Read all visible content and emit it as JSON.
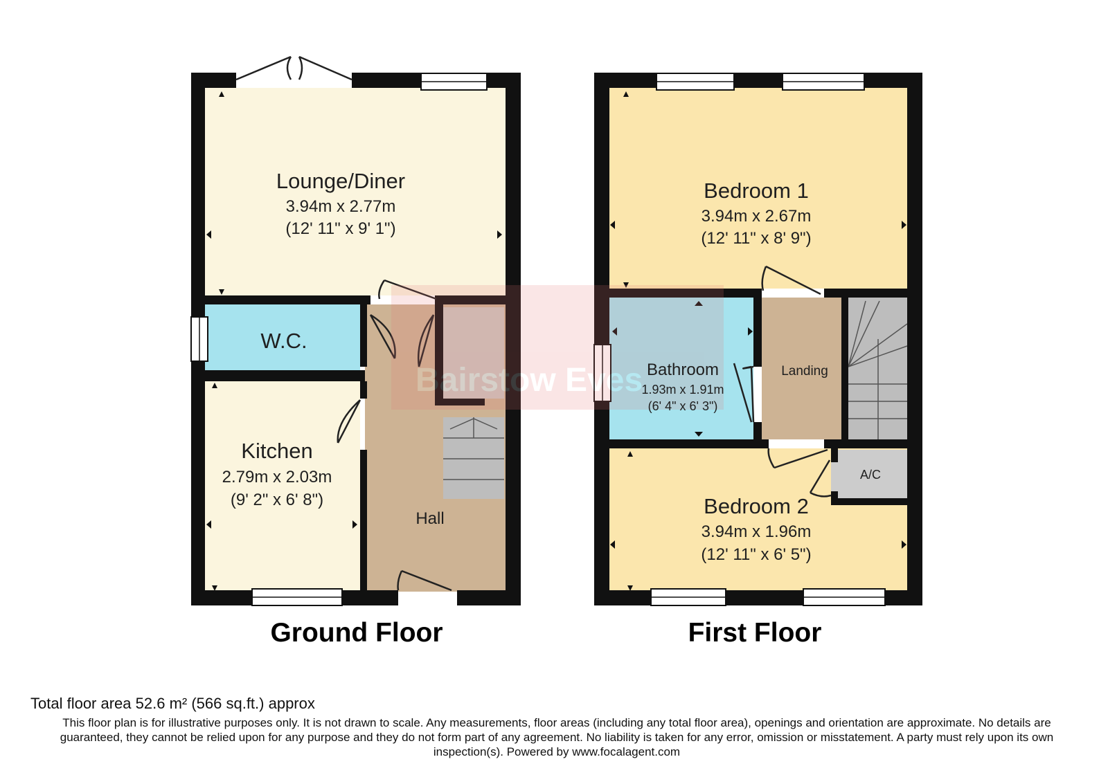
{
  "colors": {
    "wall": "#111111",
    "lounge": "#fbf5de",
    "kitchen": "#fbf5de",
    "wc": "#a6e3ee",
    "hall": "#cdb394",
    "bedroom1": "#fbe6ad",
    "bedroom2": "#fbe6ad",
    "bathroom": "#a6e3ee",
    "landing": "#cdb394",
    "cupboard": "#cccccc",
    "stairs": "#bdbdbd"
  },
  "watermark": "Bairstow Eves",
  "ground_floor": {
    "title": "Ground Floor",
    "rooms": {
      "lounge": {
        "name": "Lounge/Diner",
        "metric": "3.94m x 2.77m",
        "imperial": "(12' 11\" x 9' 1\")"
      },
      "wc": {
        "name": "W.C."
      },
      "kitchen": {
        "name": "Kitchen",
        "metric": "2.79m x 2.03m",
        "imperial": "(9' 2\" x 6' 8\")"
      },
      "hall": {
        "name": "Hall"
      }
    }
  },
  "first_floor": {
    "title": "First Floor",
    "rooms": {
      "bedroom1": {
        "name": "Bedroom 1",
        "metric": "3.94m x 2.67m",
        "imperial": "(12' 11\" x 8' 9\")"
      },
      "bathroom": {
        "name": "Bathroom",
        "metric": "1.93m x 1.91m",
        "imperial": "(6' 4\" x 6' 3\")"
      },
      "landing": {
        "name": "Landing"
      },
      "ac": {
        "name": "A/C"
      },
      "bedroom2": {
        "name": "Bedroom 2",
        "metric": "3.94m x 1.96m",
        "imperial": "(12' 11\" x 6' 5\")"
      }
    }
  },
  "footer": {
    "total_area": "Total floor area 52.6 m² (566 sq.ft.) approx",
    "disclaimer": "This floor plan is for illustrative purposes only. It is not drawn to scale. Any measurements, floor areas (including any total floor area), openings and orientation are approximate. No details are guaranteed, they cannot be relied upon for any purpose and they do not form part of any agreement. No liability is taken for any error, omission or misstatement. A party must rely upon its own inspection(s). Powered by www.focalagent.com"
  }
}
